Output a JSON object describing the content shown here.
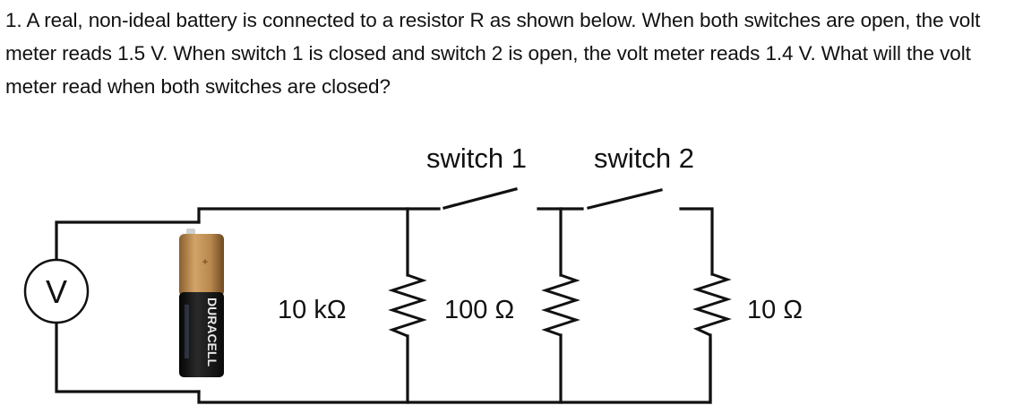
{
  "question": {
    "number": "1.",
    "text": "1. A real, non-ideal battery is connected to a resistor R as shown below. When both switches are open, the volt meter reads 1.5 V. When switch 1 is closed and switch 2 is open, the volt meter reads 1.4 V. What will the volt meter read when both switches are closed?"
  },
  "circuit": {
    "voltmeter": {
      "symbol": "V"
    },
    "battery": {
      "brand": "DURACELL",
      "polarity_mark": "+",
      "colors": {
        "top": "#b8884e",
        "body": "#1b1b1b"
      }
    },
    "switches": [
      {
        "label": "switch 1",
        "state": "open"
      },
      {
        "label": "switch 2",
        "state": "open"
      }
    ],
    "resistors": [
      {
        "label": "10 kΩ"
      },
      {
        "label": "100 Ω"
      },
      {
        "label": "10 Ω"
      }
    ]
  }
}
